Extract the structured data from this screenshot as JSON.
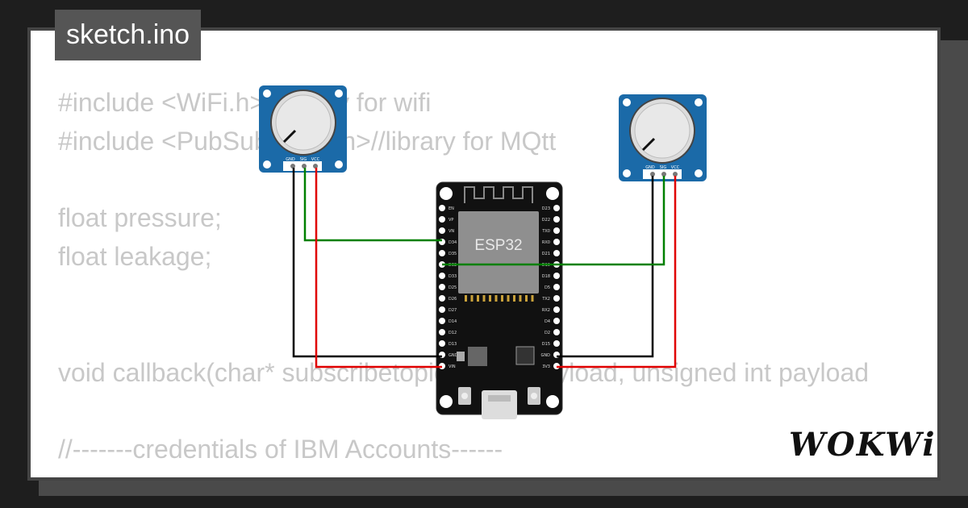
{
  "tab": {
    "filename": "sketch.ino"
  },
  "code_lines": [
    "#include <WiFi.h>//library for wifi",
    "#include <PubSubClient.h>//library for MQtt",
    "",
    "float pressure;",
    "float leakage;",
    "",
    "",
    "void callback(char* subscribetopic, byte* payload, unsigned int payload",
    "",
    "//-------credentials of IBM Accounts------"
  ],
  "esp32": {
    "chip_label": "ESP32",
    "left_pins": [
      "EN",
      "VP",
      "VN",
      "D34",
      "D35",
      "D32",
      "D33",
      "D25",
      "D26",
      "D27",
      "D14",
      "D12",
      "D13",
      "GND",
      "VIN"
    ],
    "right_pins": [
      "D23",
      "D22",
      "TX0",
      "RX0",
      "D21",
      "D19",
      "D18",
      "D5",
      "TX2",
      "RX2",
      "D4",
      "D2",
      "D15",
      "GND",
      "3V3"
    ]
  },
  "potentiometers": [
    {
      "name": "pot-left",
      "pins": [
        "GND",
        "SIG",
        "VCC"
      ]
    },
    {
      "name": "pot-right",
      "pins": [
        "GND",
        "SIG",
        "VCC"
      ]
    }
  ],
  "wire_colors": {
    "gnd": "#000000",
    "sig": "#008000",
    "vcc": "#e00000"
  },
  "brand": {
    "logo_text": "WOKWi"
  }
}
